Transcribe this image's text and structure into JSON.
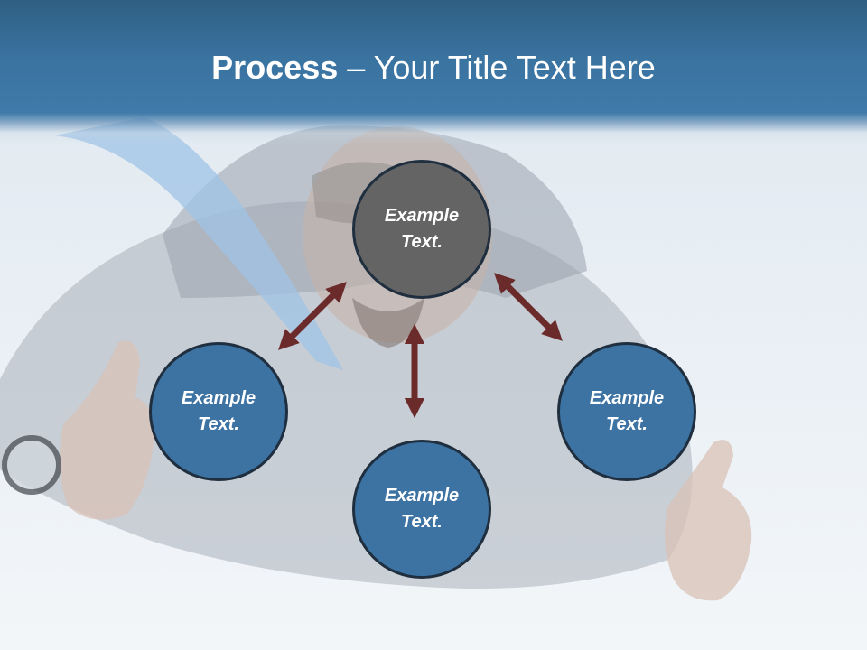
{
  "title": {
    "bold": "Process",
    "separator": " – ",
    "rest": "Your Title Text Here"
  },
  "colors": {
    "header": "#3a73a0",
    "center_node": "#646464",
    "outer_node": "#3d73a3",
    "node_border": "#1f2f3f",
    "arrow": "#6b2b2b"
  },
  "diagram": {
    "nodes": [
      {
        "id": "center",
        "line1": "Example",
        "line2": "Text."
      },
      {
        "id": "left",
        "line1": "Example",
        "line2": "Text."
      },
      {
        "id": "bottom",
        "line1": "Example",
        "line2": "Text."
      },
      {
        "id": "right",
        "line1": "Example",
        "line2": "Text."
      }
    ],
    "arrows": [
      {
        "from": "center",
        "to": "left",
        "style": "double-headed"
      },
      {
        "from": "center",
        "to": "bottom",
        "style": "double-headed"
      },
      {
        "from": "center",
        "to": "right",
        "style": "double-headed"
      }
    ]
  },
  "background": {
    "image": "skydiver-photo",
    "icons": [
      "thumbs-up-icon",
      "wristwatch-icon"
    ]
  }
}
